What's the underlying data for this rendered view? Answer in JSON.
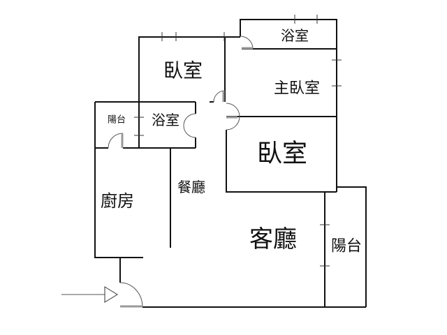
{
  "rooms": {
    "bathroom_top": "浴室",
    "bedroom_1": "臥室",
    "master_bedroom": "主臥室",
    "balcony_small": "陽台",
    "bathroom_small": "浴室",
    "bedroom_2": "臥室",
    "dining_room": "餐廳",
    "kitchen": "廚房",
    "living_room": "客廳",
    "balcony_right": "陽台"
  }
}
